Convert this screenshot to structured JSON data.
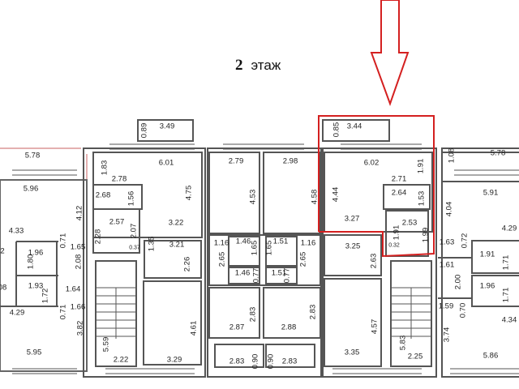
{
  "title": {
    "floor_number": "2",
    "floor_word": "этаж"
  },
  "colors": {
    "wall": "#555555",
    "highlight": "#d42020",
    "arrow": "#d42020"
  },
  "labels": [
    "0.89",
    "3.49",
    "5.78",
    "6.01",
    "1.83",
    "5.96",
    "2.78",
    "2.68",
    "1.56",
    "4.75",
    "4.12",
    "2.57",
    "3.22",
    "4.33",
    "2.28",
    "2.07",
    "0.71",
    "1.65",
    "0.37",
    "1.35",
    "3.21",
    "2",
    "1.96",
    "1.80",
    "2.08",
    "2.26",
    "08",
    "1.93",
    "1.64",
    "1.72",
    "0.71",
    "1.66",
    "4.29",
    "3.82",
    "4.61",
    "5.95",
    "5.59",
    "2.22",
    "3.29",
    "2.79",
    "2.98",
    "4.53",
    "4.58",
    "1.16",
    "1.46",
    "1.65",
    "1.65",
    "1.51",
    "1.16",
    "2.65",
    "2.65",
    "1.46",
    "0.77",
    "1.51",
    "0.77",
    "2.83",
    "2.83",
    "2.87",
    "2.88",
    "2.83",
    "0.90",
    "0.90",
    "2.83",
    "0.85",
    "3.44",
    "1.08",
    "5.78",
    "6.02",
    "1.91",
    "2.71",
    "5.91",
    "2.64",
    "1.53",
    "4.44",
    "4.04",
    "3.27",
    "2.53",
    "4.29",
    "1.91",
    "1.99",
    "1.63",
    "0.72",
    "0.32",
    "3.25",
    "2.63",
    "1.91",
    "1.71",
    "1.61",
    "2.00",
    "1.96",
    "1.71",
    "1.59",
    "0.70",
    "4.34",
    "4.57",
    "3.74",
    "5.83",
    "3.35",
    "2.25",
    "5.86"
  ]
}
